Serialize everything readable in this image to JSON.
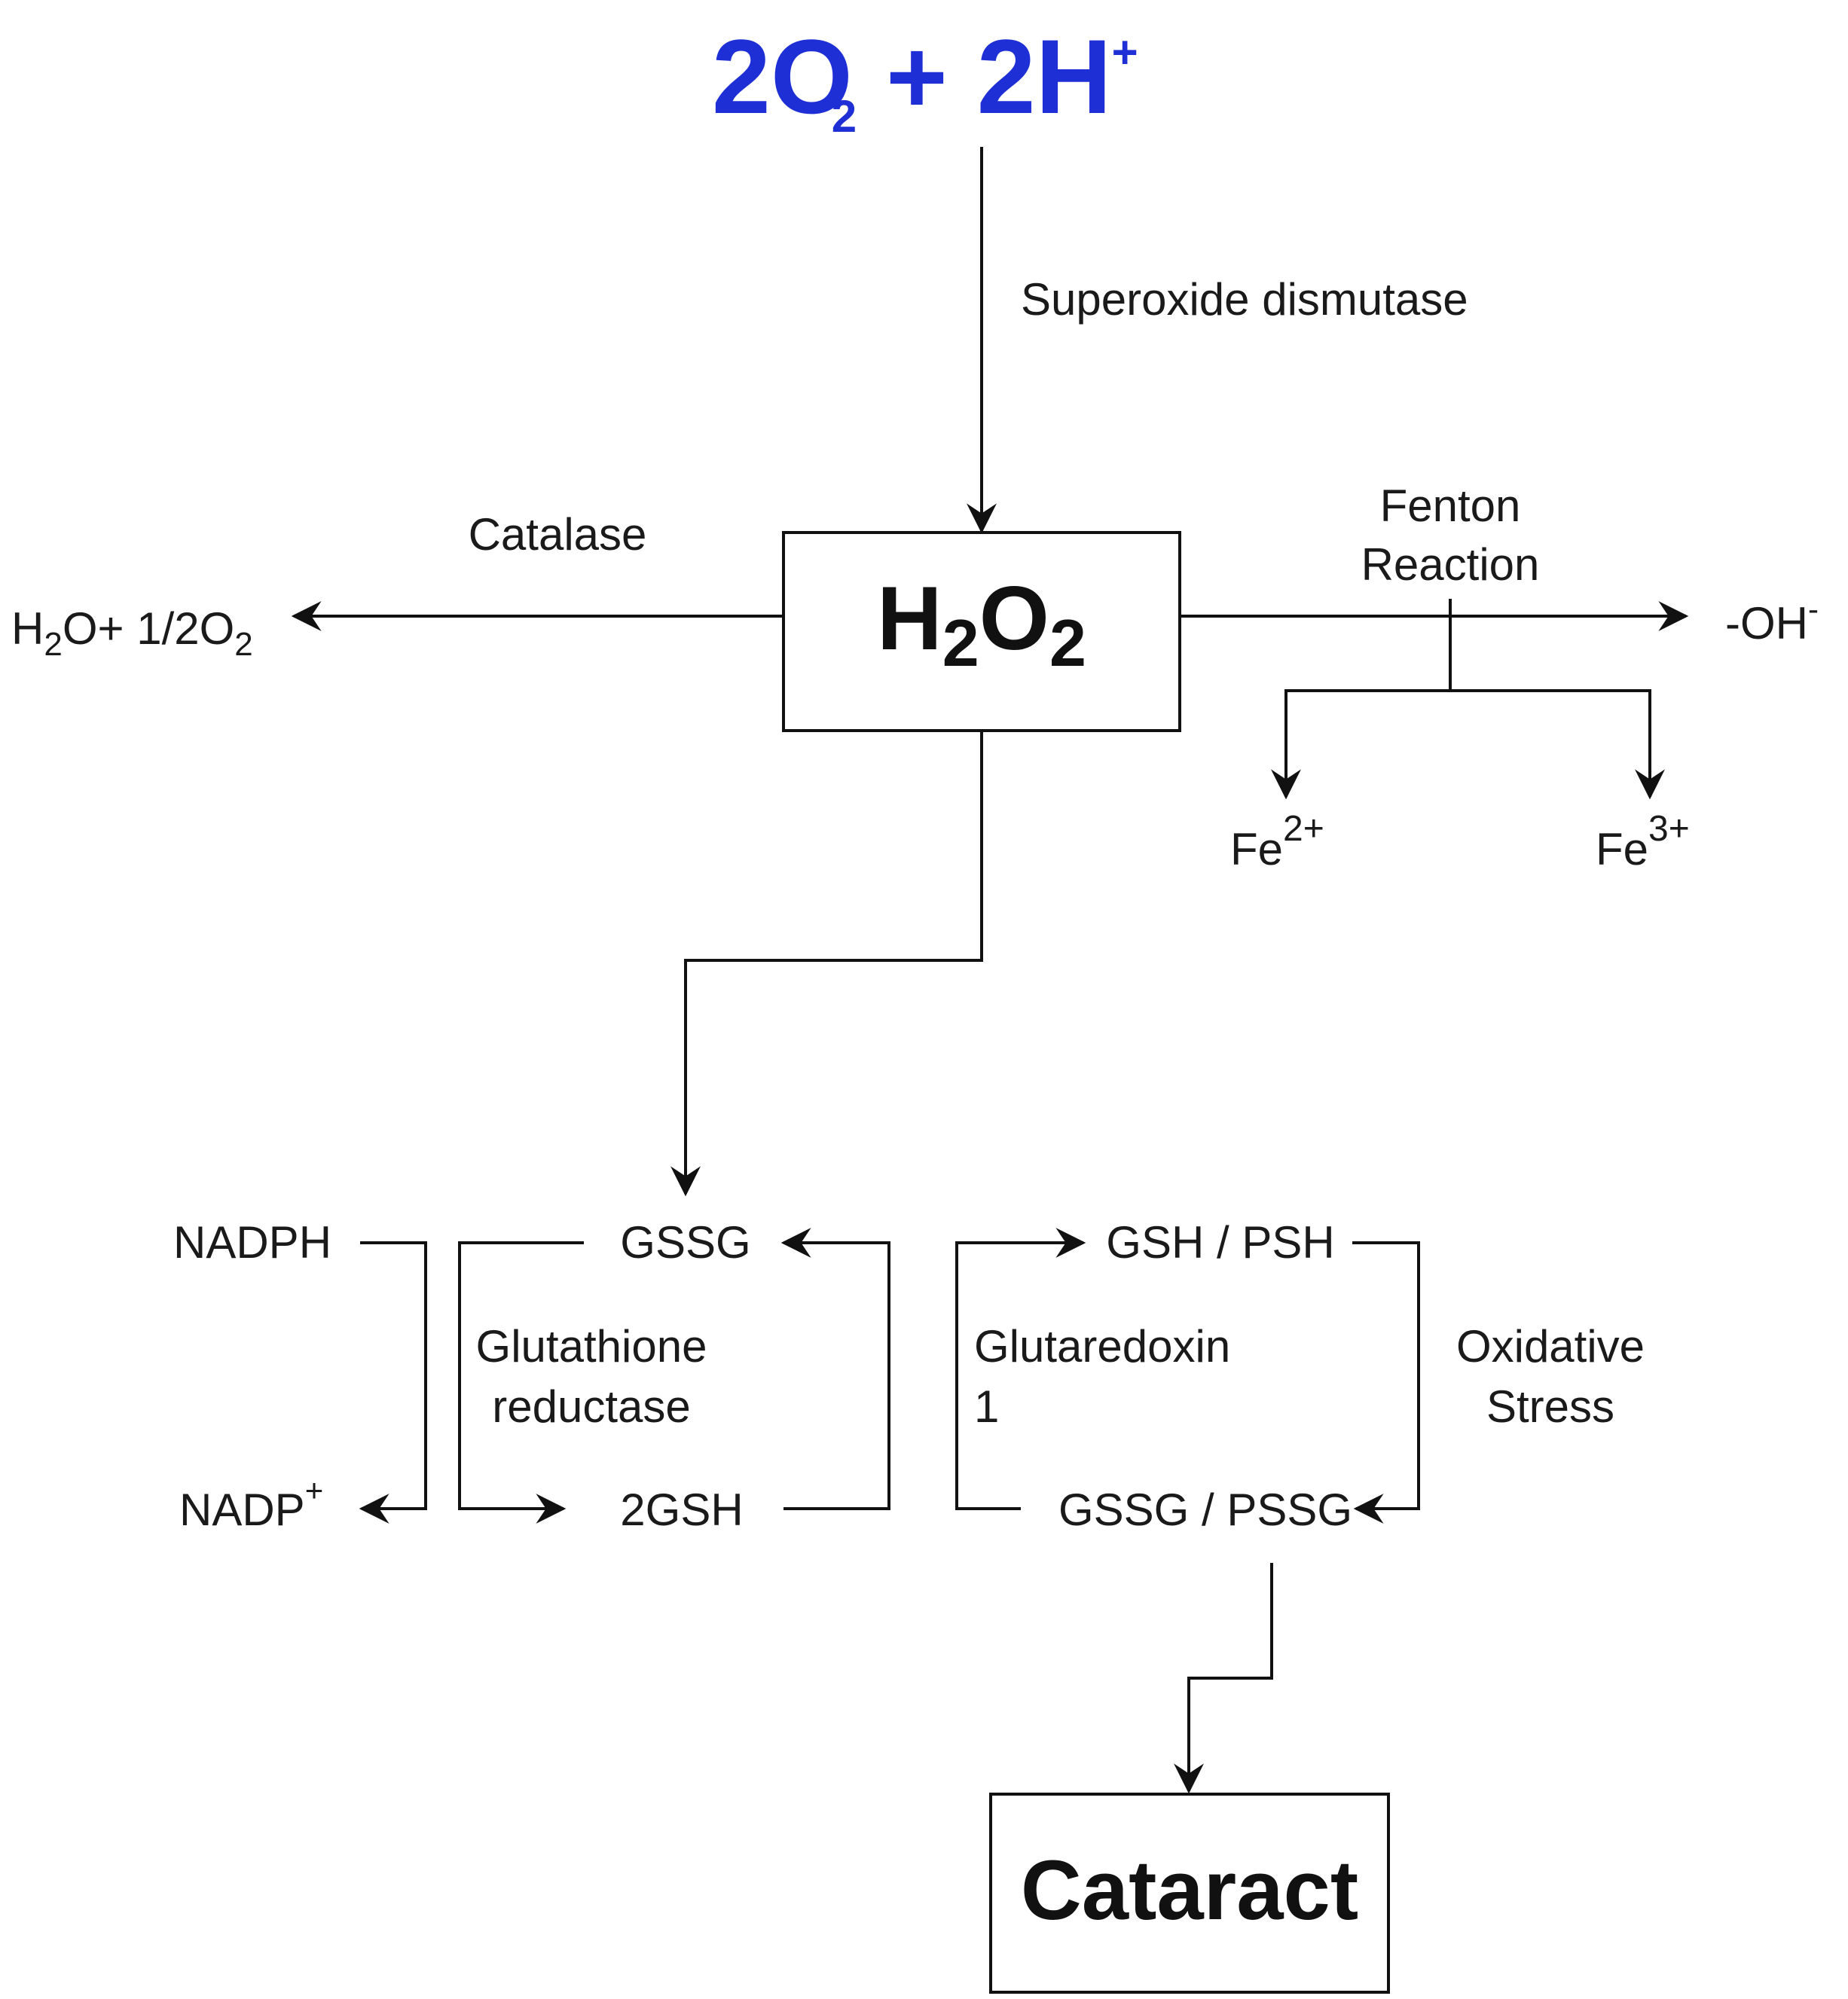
{
  "reactants": {
    "superoxide_coef": "2O",
    "superoxide_sub": "2",
    "superoxide_sup": "-",
    "plus": " + ",
    "proton": "2H",
    "proton_sup": "+"
  },
  "enzymes": {
    "sod": "Superoxide dismutase",
    "catalase": "Catalase",
    "fenton_line1": "Fenton",
    "fenton_line2": "Reaction",
    "gr_line1": "Glutathione",
    "gr_line2": "reductase",
    "grx_line1": "Glutaredoxin",
    "grx_line2": "1",
    "ox_line1": "Oxidative",
    "ox_line2": "Stress"
  },
  "central": {
    "h": "H",
    "sub1": "2",
    "o": "O",
    "sub2": "2"
  },
  "catalase_product": {
    "h": "H",
    "sub1": "2",
    "rest": "O+ 1/2O",
    "sub2": "2"
  },
  "hydroxyl": {
    "text": "-OH",
    "sup": "-"
  },
  "iron": {
    "fe2": "Fe",
    "fe2_sup": "2+",
    "fe3": "Fe",
    "fe3_sup": "3+"
  },
  "glutathione_cycle": {
    "nadph": "NADPH",
    "nadp": "NADP",
    "nadp_sup": "+",
    "gssg": "GSSG",
    "gsh2": "2GSH"
  },
  "protein_cycle": {
    "gsh_psh": "GSH / PSH",
    "gssg_pssg": "GSSG / PSSG"
  },
  "outcome": {
    "cataract": "Cataract"
  },
  "colors": {
    "reactant_blue": "#1f2fd6",
    "line": "#111111"
  }
}
